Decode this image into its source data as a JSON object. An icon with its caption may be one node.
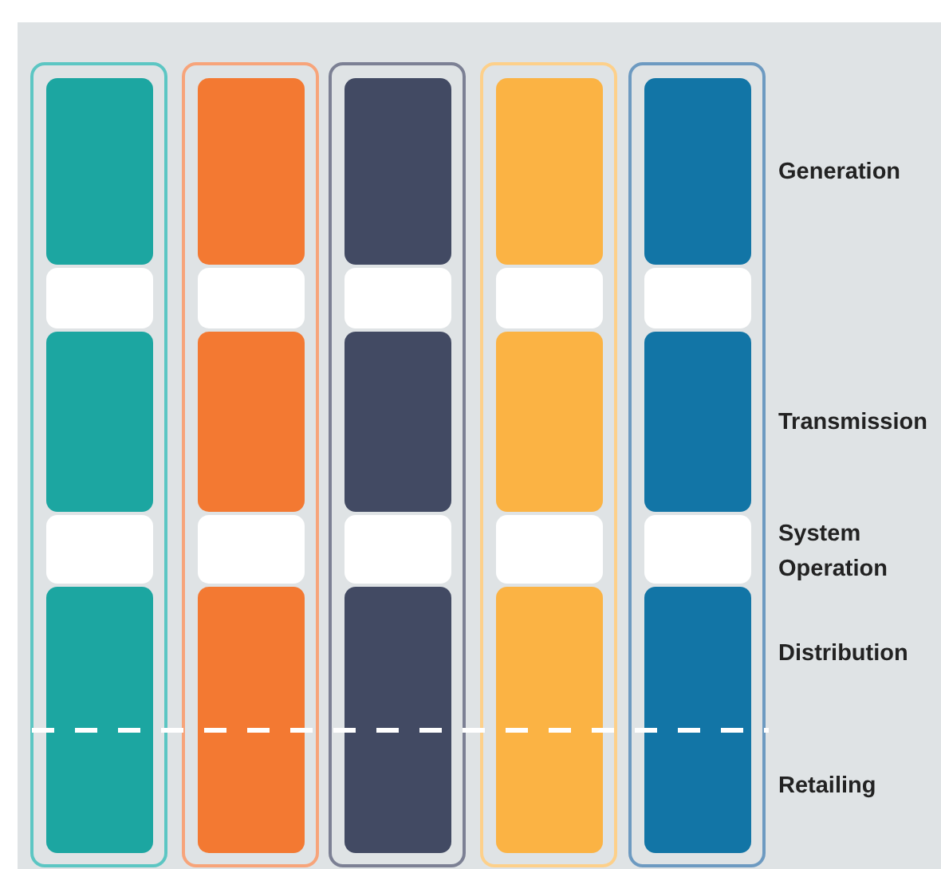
{
  "diagram": {
    "labels": [
      "Generation",
      "Transmission",
      "System Operation",
      "Distribution",
      "Retailing"
    ]
  }
}
